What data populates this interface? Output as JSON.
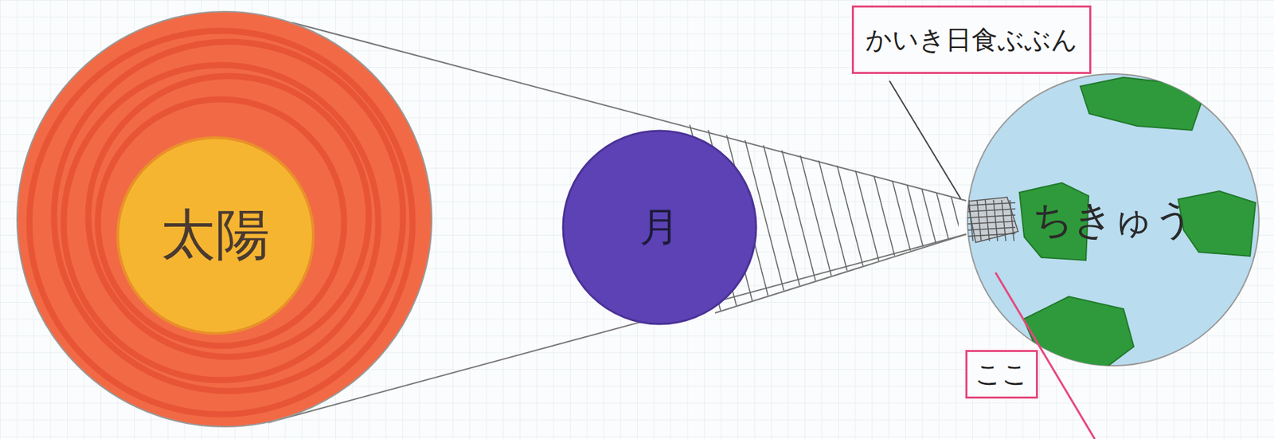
{
  "diagram": {
    "nodes": [
      {
        "text": [
          "太陽"
        ]
      },
      {
        "text": [
          "月"
        ]
      },
      {
        "text": [
          "かいき日食ぶぶん"
        ]
      },
      {
        "text": [
          "ちきゅう"
        ]
      },
      {
        "text": [
          "ここ"
        ]
      }
    ]
  }
}
